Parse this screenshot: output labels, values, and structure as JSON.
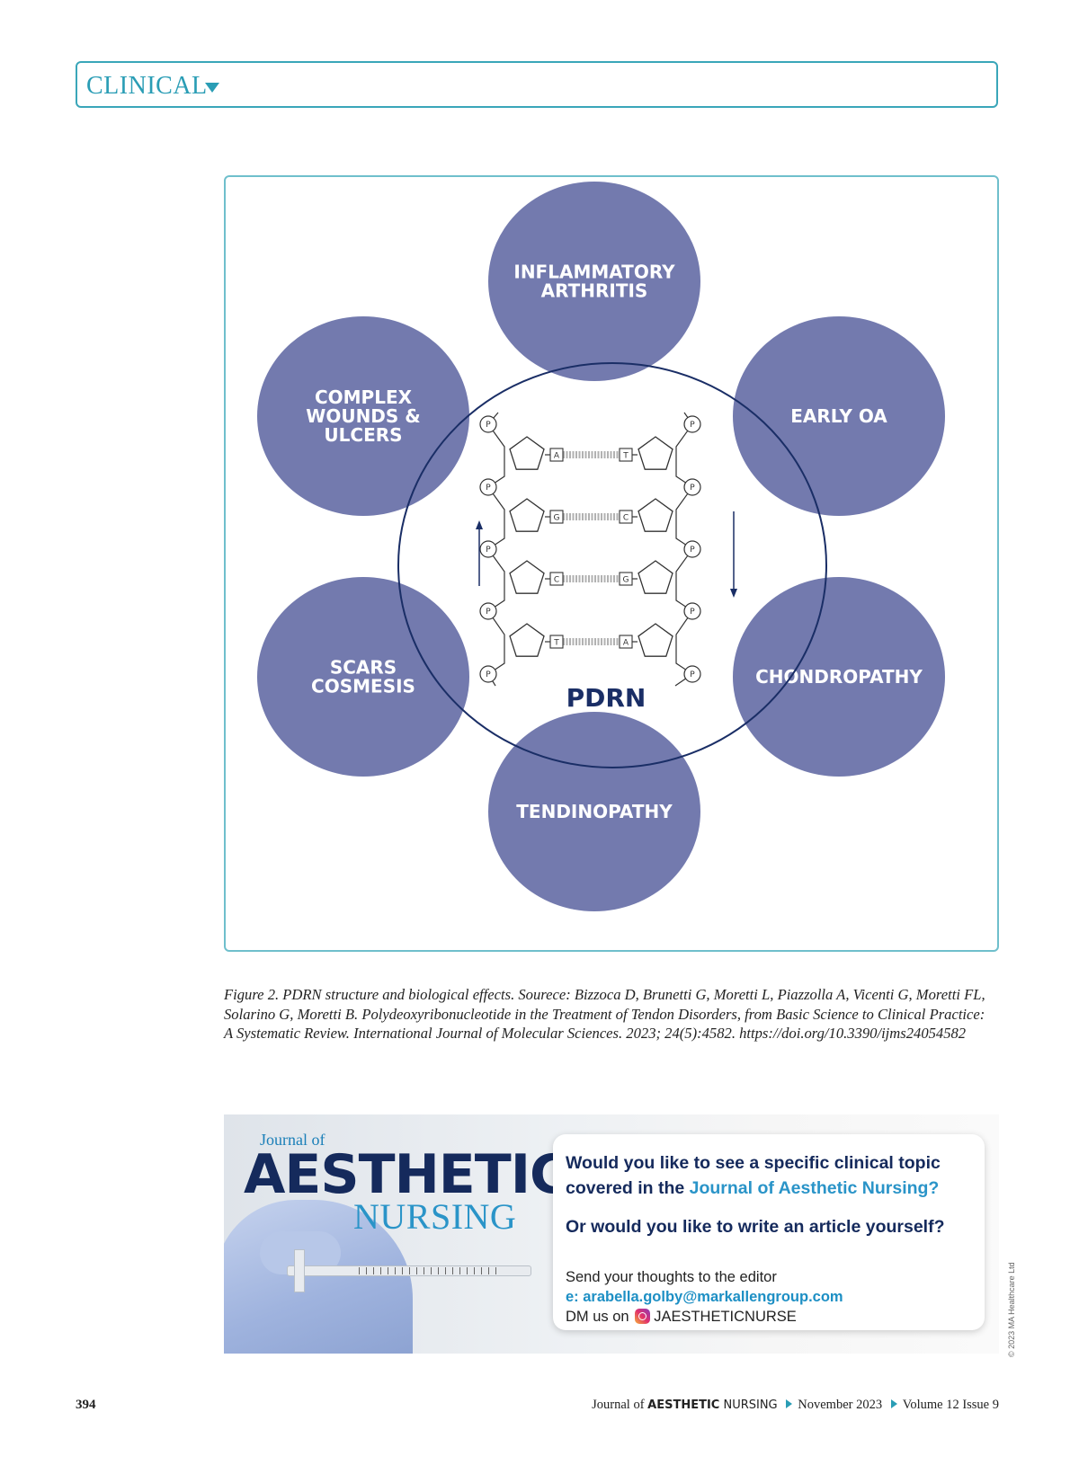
{
  "header": {
    "section": "CLINICAL"
  },
  "figure": {
    "center_label": "PDRN",
    "bubbles": [
      {
        "id": "top",
        "lines": [
          "INFLAMMATORY",
          "ARTHRITIS"
        ]
      },
      {
        "id": "upper-left",
        "lines": [
          "COMPLEX",
          "WOUNDS &",
          "ULCERS"
        ]
      },
      {
        "id": "upper-right",
        "lines": [
          "EARLY OA"
        ]
      },
      {
        "id": "lower-left",
        "lines": [
          "SCARS",
          "COSMESIS"
        ]
      },
      {
        "id": "lower-right",
        "lines": [
          "CHONDROPATHY"
        ]
      },
      {
        "id": "bottom",
        "lines": [
          "TENDINOPATHY"
        ]
      }
    ],
    "base_pairs": [
      [
        "A",
        "T"
      ],
      [
        "G",
        "C"
      ],
      [
        "C",
        "G"
      ],
      [
        "T",
        "A"
      ]
    ],
    "phosphate_label": "P",
    "colors": {
      "bubble": "#737aae",
      "ring": "#1a2e66",
      "box_border": "#6fbfcc",
      "accent": "#2a9db5"
    }
  },
  "caption": "Figure 2. PDRN structure and biological effects. Sourece: Bizzoca D, Brunetti G, Moretti L, Piazzolla A, Vicenti G, Moretti FL, Solarino G, Moretti B. Polydeoxyribonucleotide in the Treatment of Tendon Disorders, from Basic Science to Clinical Practice: A Systematic Review. International Journal of Molecular Sciences. 2023; 24(5):4582. https://doi.org/10.3390/ijms24054582",
  "ad": {
    "journal_of": "Journal of",
    "aesthetic": "AESTHETIC",
    "nursing": "NURSING",
    "question_part1": "Would you like to see a specific clinical topic covered in the ",
    "question_accent": "Journal of Aesthetic Nursing?",
    "question2": "Or would you like to write an article yourself?",
    "send": "Send your thoughts to the editor",
    "email": "e: arabella.golby@markallengroup.com",
    "dm_prefix": "DM us on",
    "handle": "JAESTHETICNURSE"
  },
  "copyright": "© 2023 MA Healthcare Ltd",
  "footer": {
    "page_number": "394",
    "journal_prefix": "Journal of ",
    "journal_bold": "AESTHETIC",
    "journal_suffix": " NURSING",
    "date": "November 2023",
    "volume": "Volume 12 Issue 9"
  }
}
